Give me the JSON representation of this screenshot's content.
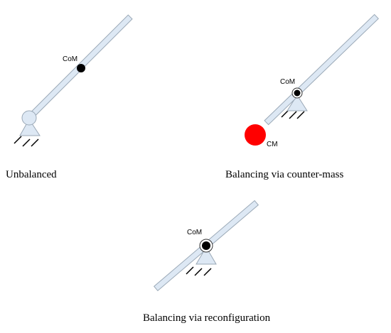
{
  "colors": {
    "link_fill": "#dde8f4",
    "link_stroke": "#9aa8b6",
    "com_dot": "#000000",
    "counter_mass": "#ff0000"
  },
  "panels": {
    "unbalanced": {
      "caption": "Unbalanced",
      "com_label": "CoM"
    },
    "counter_mass": {
      "caption": "Balancing via counter-mass",
      "com_label": "CoM",
      "cm_label": "CM"
    },
    "reconfiguration": {
      "caption": "Balancing via reconfiguration",
      "com_label": "CoM"
    }
  }
}
